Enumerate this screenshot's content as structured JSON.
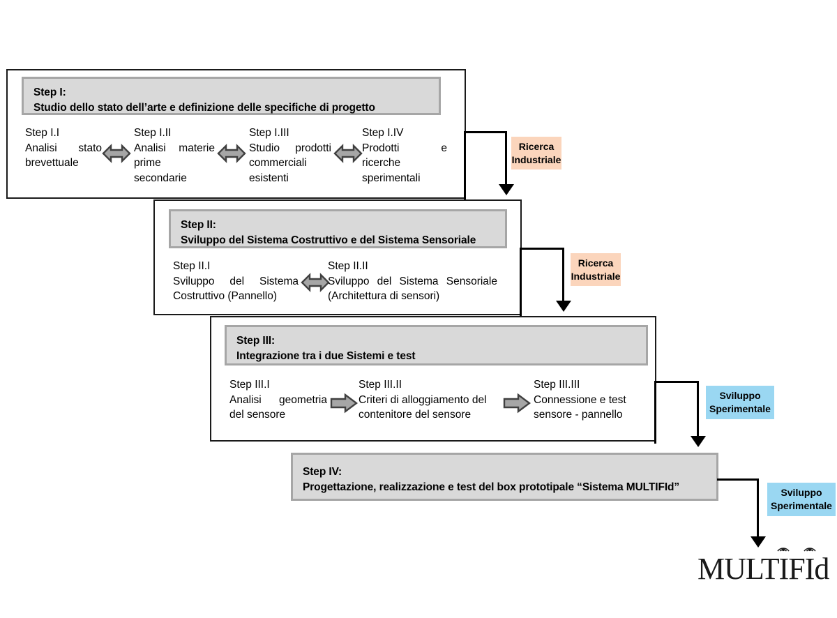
{
  "diagram": {
    "title": "MULTIFId project workflow",
    "colors": {
      "box_border": "#1a1a1a",
      "header_fill": "#d9d9d9",
      "header_border": "#a6a6a6",
      "badge_orange": "#fbd5bc",
      "badge_blue": "#9ad7f2",
      "arrow_fill": "#a6a6a6",
      "arrow_stroke": "#404040"
    }
  },
  "steps": [
    {
      "id": "step-1",
      "header_line1": "Step I:",
      "header_line2": "Studio dello stato dell’arte e definizione delle specifiche di progetto",
      "substeps": [
        {
          "title": "Step I.I",
          "body": "Analisi stato brevettuale"
        },
        {
          "title": "Step I.II",
          "body": "Analisi materie prime secondarie"
        },
        {
          "title": "Step I.III",
          "body": "Studio prodotti commerciali esistenti"
        },
        {
          "title": "Step I.IV",
          "body": "Prodotti e ricerche sperimentali"
        }
      ],
      "connectors": [
        "double-arrow-icon",
        "double-arrow-icon",
        "double-arrow-icon"
      ]
    },
    {
      "id": "step-2",
      "header_line1": "Step II:",
      "header_line2": "Sviluppo del Sistema Costruttivo e del Sistema Sensoriale",
      "substeps": [
        {
          "title": "Step II.I",
          "body": "Sviluppo del Sistema Costruttivo (Pannello)"
        },
        {
          "title": "Step II.II",
          "body": "Sviluppo del Sistema Sensoriale (Architettura di sensori)"
        }
      ],
      "connectors": [
        "double-arrow-icon"
      ]
    },
    {
      "id": "step-3",
      "header_line1": "Step III:",
      "header_line2": "Integrazione tra i due Sistemi e test",
      "substeps": [
        {
          "title": "Step III.I",
          "body": "Analisi geometria del sensore"
        },
        {
          "title": "Step III.II",
          "body": "Criteri di alloggiamento del contenitore del sensore"
        },
        {
          "title": "Step III.III",
          "body": "Connessione e test sensore - pannello"
        }
      ],
      "connectors": [
        "right-arrow-icon",
        "right-arrow-icon"
      ]
    },
    {
      "id": "step-4",
      "header_line1": "Step IV:",
      "header_line2": "Progettazione, realizzazione e test del box prototipale “Sistema MULTIFId”",
      "substeps": [],
      "connectors": []
    }
  ],
  "badges": [
    {
      "id": "badge-1",
      "kind": "orange",
      "line1": "Ricerca",
      "line2": "Industriale"
    },
    {
      "id": "badge-2",
      "kind": "orange",
      "line1": "Ricerca",
      "line2": "Industriale"
    },
    {
      "id": "badge-3",
      "kind": "blue",
      "line1": "Sviluppo",
      "line2": "Sperimentale"
    },
    {
      "id": "badge-4",
      "kind": "blue",
      "line1": "Sviluppo",
      "line2": "Sperimentale"
    }
  ],
  "logo": {
    "part1": "MULT",
    "antenna_letter1": "I",
    "part2": "F",
    "antenna_letter2": "I",
    "part3": "d",
    "full_text": "MULTIFId"
  }
}
